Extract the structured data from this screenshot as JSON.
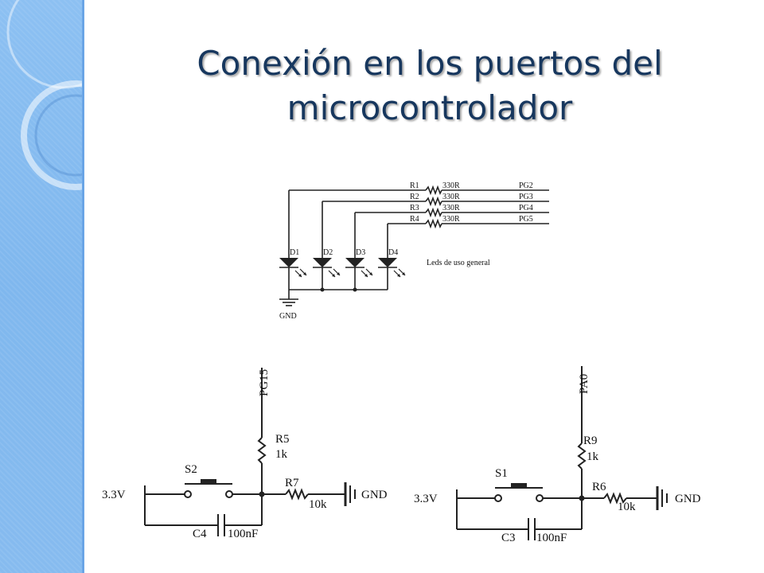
{
  "slide": {
    "title_line1": "Conexión en los puertos del",
    "title_line2": "microcontrolador"
  },
  "led_circuit": {
    "resistors": [
      {
        "ref": "R1",
        "value": "330R",
        "port": "PG2"
      },
      {
        "ref": "R2",
        "value": "330R",
        "port": "PG3"
      },
      {
        "ref": "R3",
        "value": "330R",
        "port": "PG4"
      },
      {
        "ref": "R4",
        "value": "330R",
        "port": "PG5"
      }
    ],
    "diodes": [
      "D1",
      "D2",
      "D3",
      "D4"
    ],
    "caption": "Leds de uso general",
    "ground": "GND"
  },
  "button_left": {
    "port": "PG15",
    "pullup_ref": "R5",
    "pullup_value": "1k",
    "switch_ref": "S2",
    "supply": "3.3V",
    "series_ref": "R7",
    "series_value": "10k",
    "ground": "GND",
    "cap_ref": "C4",
    "cap_value": "100nF"
  },
  "button_right": {
    "port": "PA0",
    "pullup_ref": "R9",
    "pullup_value": "1k",
    "switch_ref": "S1",
    "supply": "3.3V",
    "series_ref": "R6",
    "series_value": "10k",
    "ground": "GND",
    "cap_ref": "C3",
    "cap_value": "100nF"
  }
}
